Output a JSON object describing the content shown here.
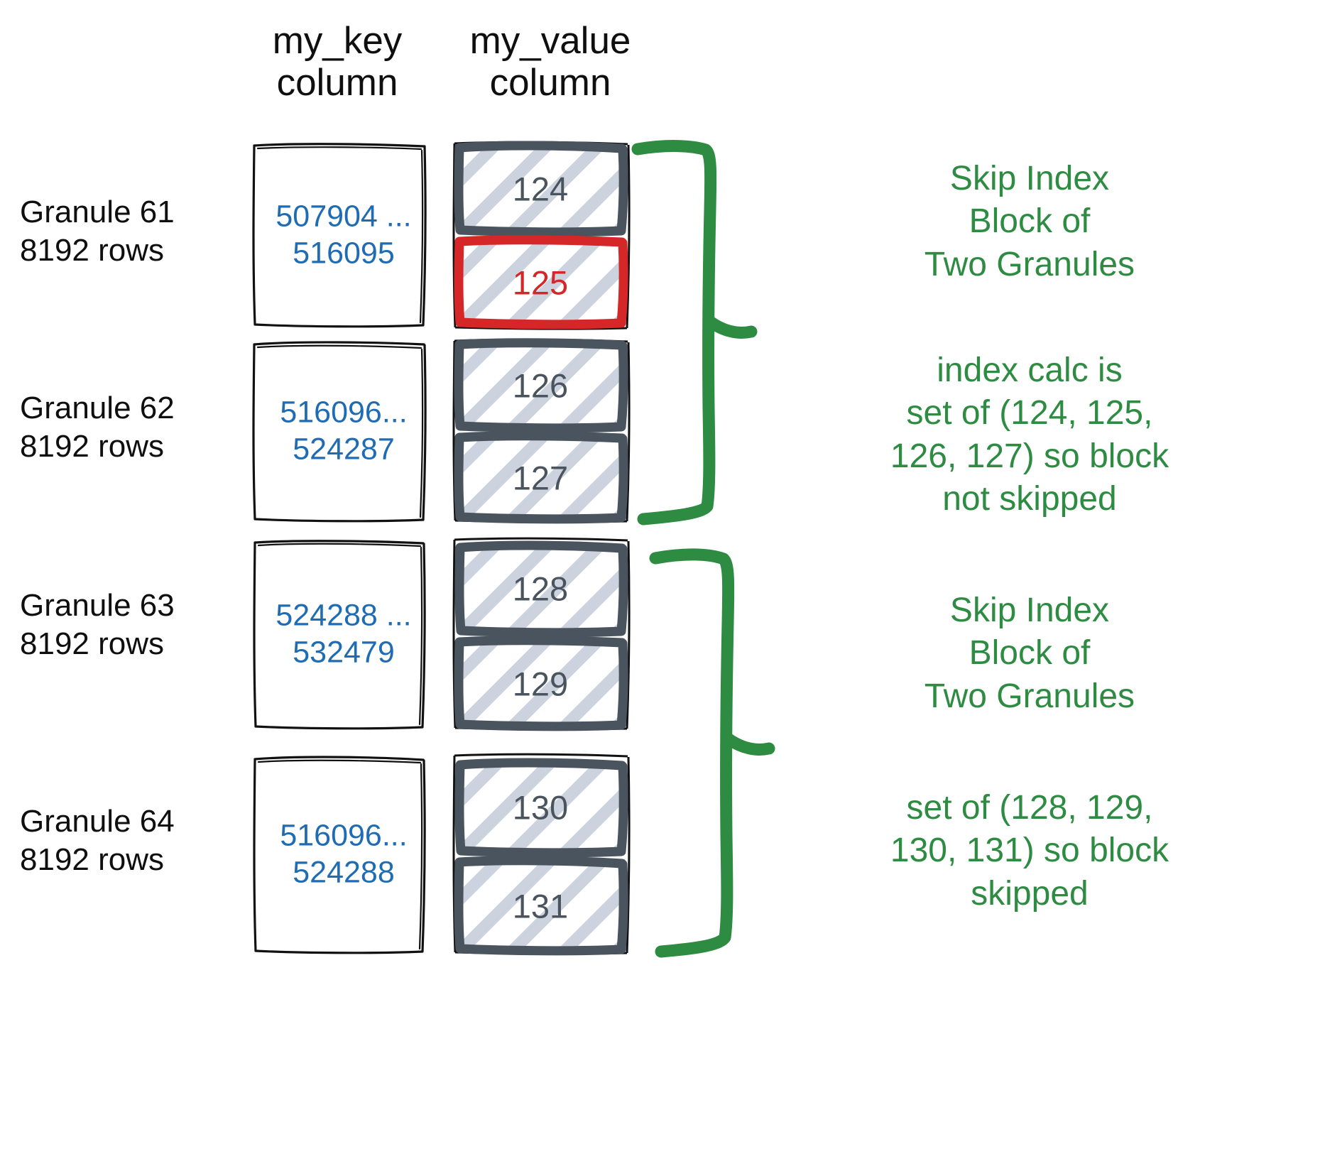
{
  "headers": {
    "key_column": "my_key\ncolumn",
    "value_column": "my_value\ncolumn"
  },
  "colors": {
    "key_value_text": "#1f6cb4",
    "value_text": "#4a545e",
    "highlight_red": "#d62728",
    "annotation_green": "#2e8b42",
    "cell_border": "#4a545e",
    "hatch": "#ccd3de"
  },
  "granules": [
    {
      "label": "Granule 61\n8192 rows",
      "key_range": "507904 ...\n516095",
      "values": [
        {
          "text": "124",
          "highlighted": false
        },
        {
          "text": "125",
          "highlighted": true
        }
      ]
    },
    {
      "label": "Granule 62\n8192 rows",
      "key_range": "516096...\n524287",
      "values": [
        {
          "text": "126",
          "highlighted": false
        },
        {
          "text": "127",
          "highlighted": false
        }
      ]
    },
    {
      "label": "Granule 63\n8192 rows",
      "key_range": "524288 ...\n532479",
      "values": [
        {
          "text": "128",
          "highlighted": false
        },
        {
          "text": "129",
          "highlighted": false
        }
      ]
    },
    {
      "label": "Granule 64\n8192 rows",
      "key_range": "516096...\n524288",
      "values": [
        {
          "text": "130",
          "highlighted": false
        },
        {
          "text": "131",
          "highlighted": false
        }
      ]
    }
  ],
  "annotations": [
    {
      "title": "Skip Index\nBlock of\nTwo Granules"
    },
    {
      "body": "index calc is\nset of (124, 125,\n126, 127) so block\nnot skipped"
    },
    {
      "title": "Skip Index\nBlock of\nTwo Granules"
    },
    {
      "body": "set of (128, 129,\n130, 131) so block\nskipped"
    }
  ]
}
